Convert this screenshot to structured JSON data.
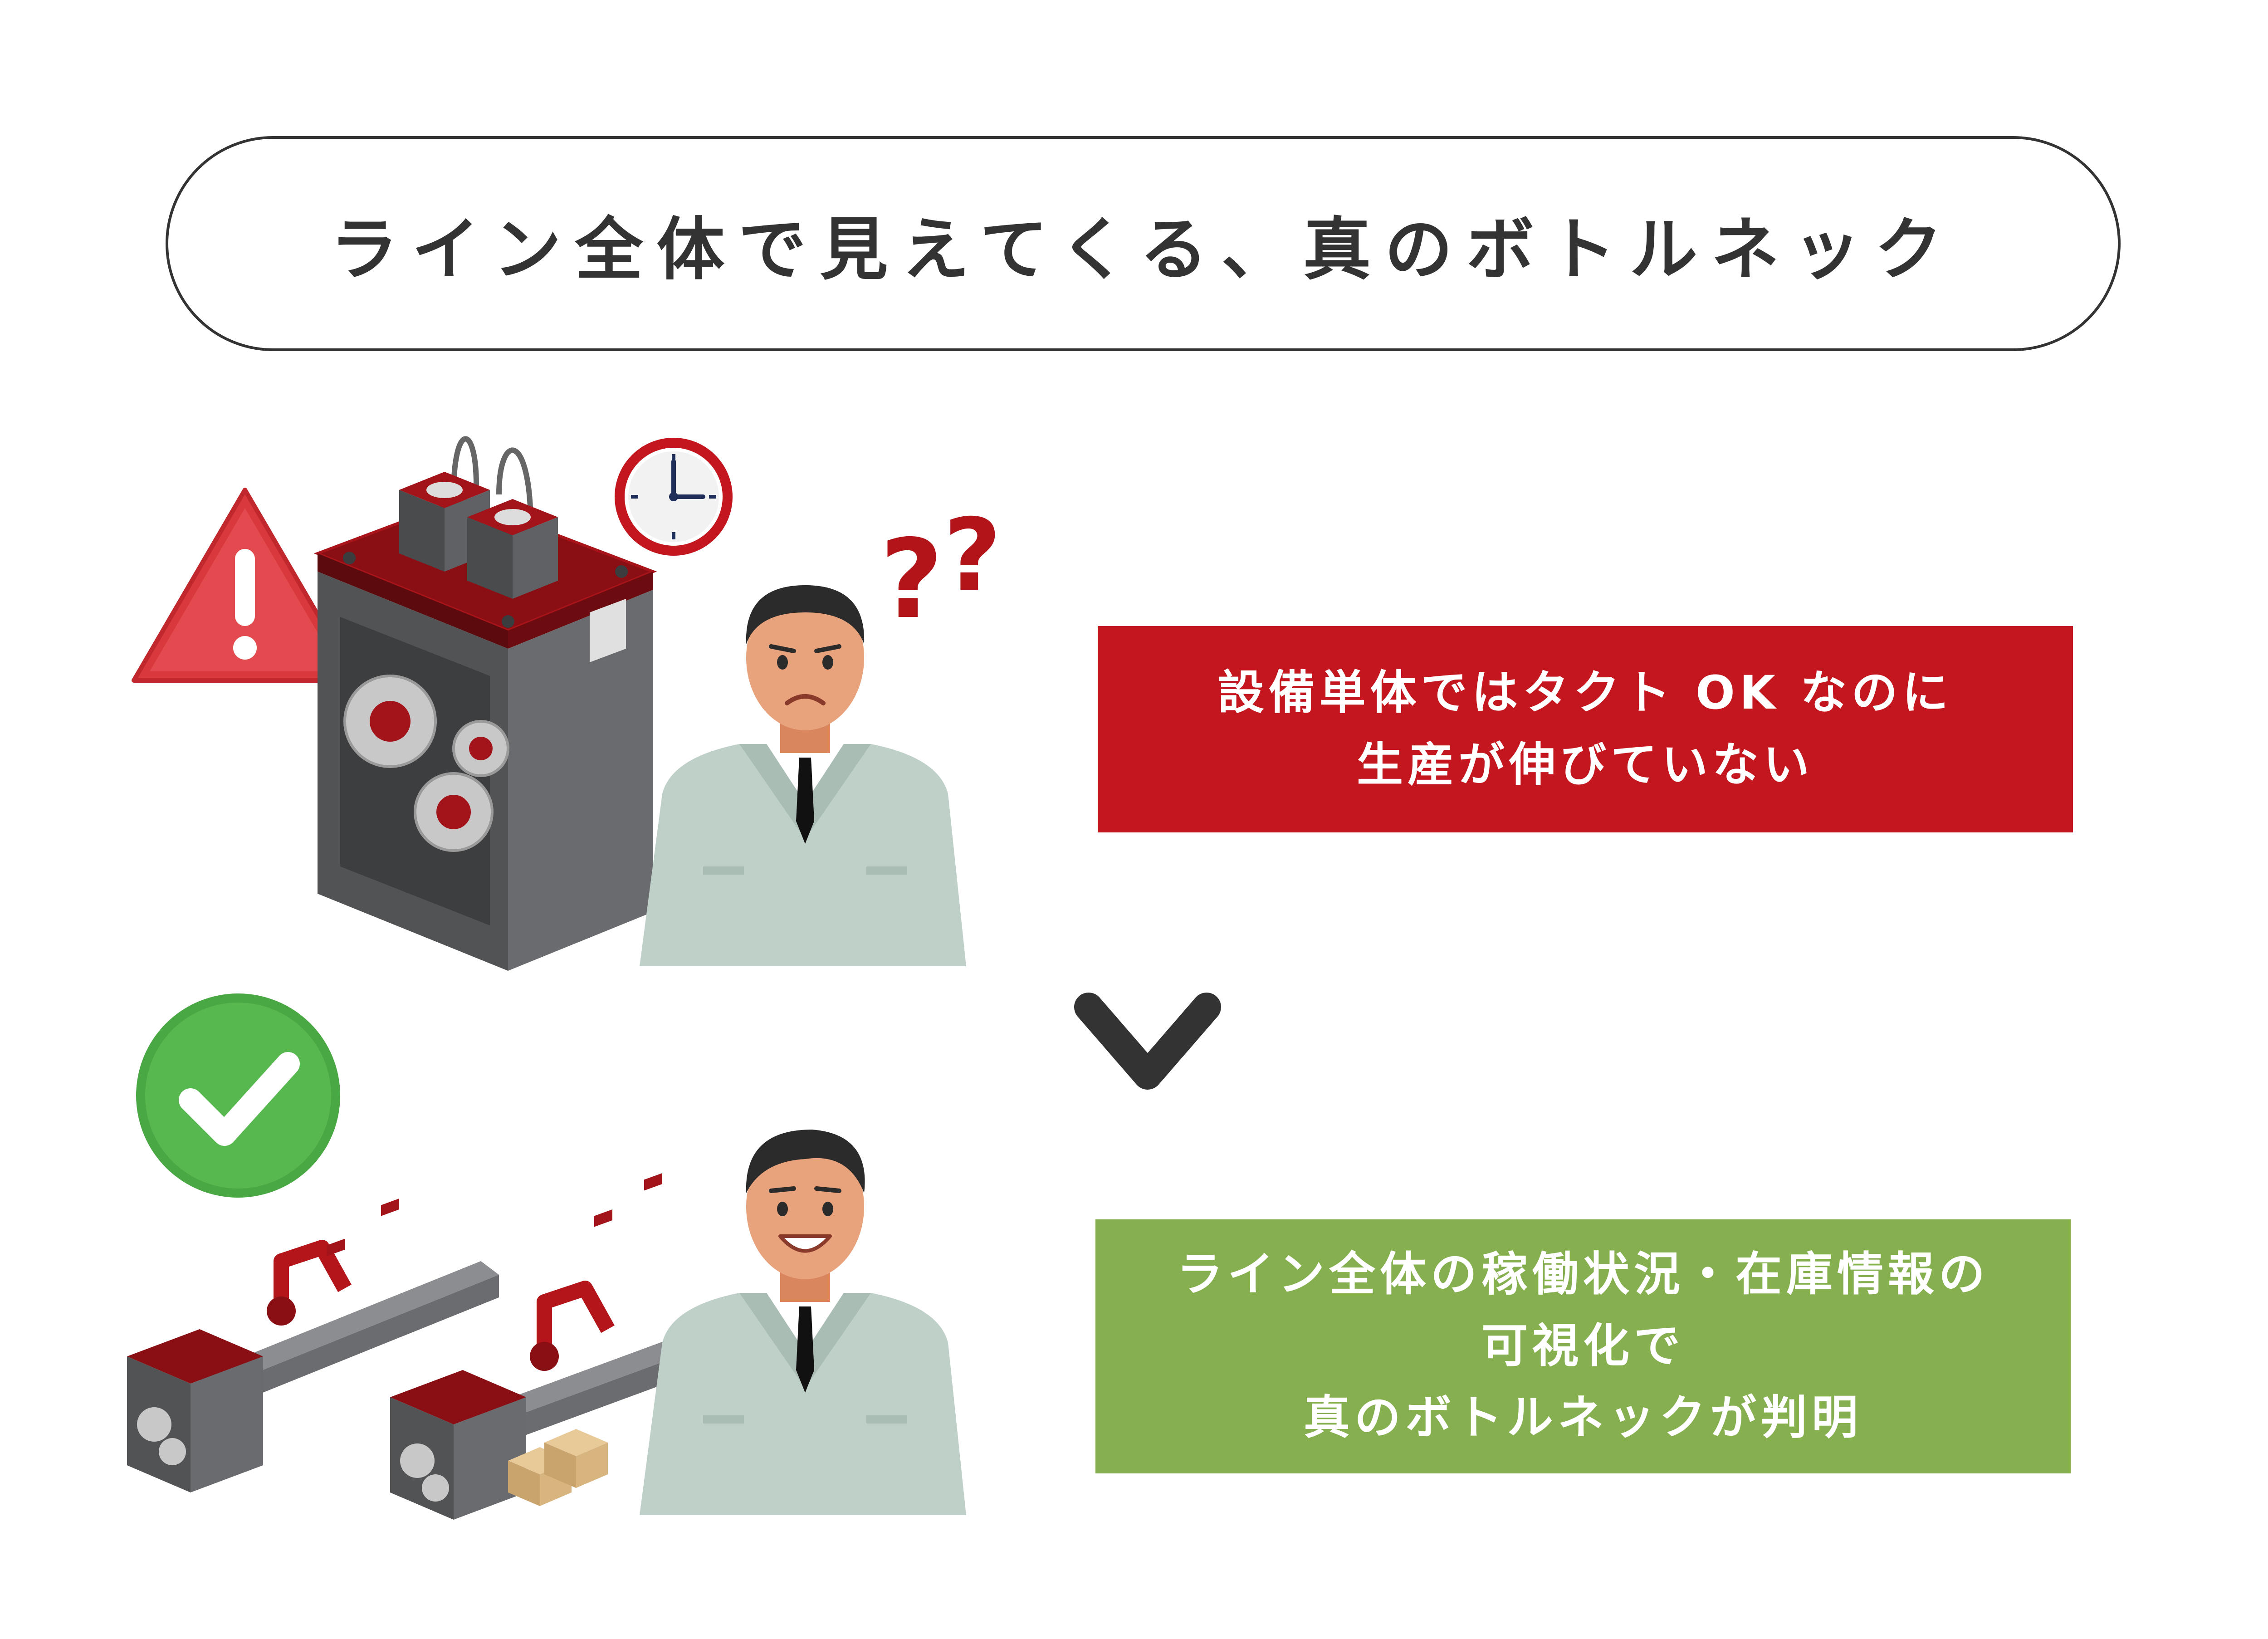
{
  "title": "ライン全体で見えてくる、真のボトルネック",
  "problem": {
    "lines": [
      "設備単体ではタクト OK なのに",
      "生産が伸びていない"
    ],
    "color": "#c4161e"
  },
  "solution": {
    "lines": [
      "ライン全体の稼働状況・在庫情報の",
      "可視化で",
      "真のボトルネックが判明"
    ],
    "color": "#86b04f"
  },
  "icons": {
    "warning": "warning-triangle-icon",
    "check": "check-circle-icon",
    "arrow": "chevron-down-icon",
    "clock": "clock-icon",
    "question": "question-marks-icon"
  },
  "colors": {
    "accent_red": "#c4161e",
    "accent_green": "#86b04f",
    "machine_gray": "#5a5b5d",
    "outline": "#333333"
  }
}
